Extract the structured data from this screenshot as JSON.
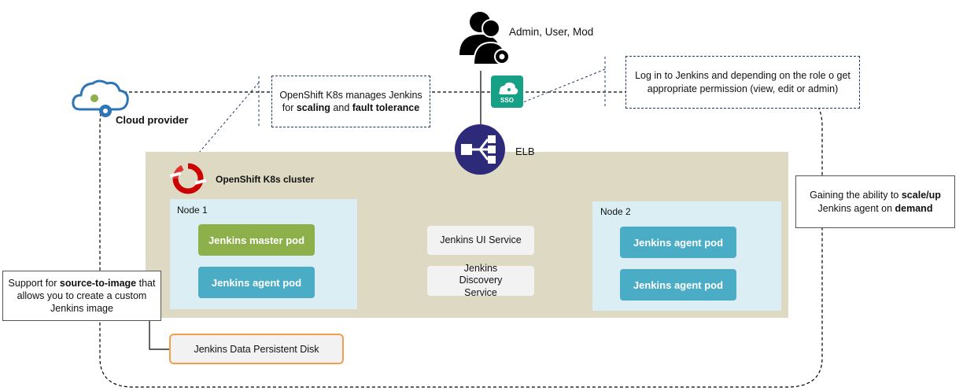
{
  "users": {
    "label": "Admin, User, Mod",
    "icon": "users-gear-icon"
  },
  "sso": {
    "label": "SSO",
    "icon": "cloud-sso-icon",
    "color": "#16a085"
  },
  "elb": {
    "label": "ELB",
    "icon": "load-balancer-icon",
    "color": "#2e2a7a"
  },
  "cloud": {
    "label": "Cloud provider",
    "icon": "cloud-gear-icon"
  },
  "cluster": {
    "label": "OpenShift K8s cluster",
    "icon": "openshift-icon",
    "color": "#ddd9c3"
  },
  "notes": {
    "openshift": {
      "pre": "OpenShift K8s manages Jenkins for ",
      "b1": "scaling",
      "mid": " and ",
      "b2": "fault tolerance"
    },
    "login": {
      "text": "Log in to Jenkins and depending on the role o get appropriate permission (view, edit or admin)"
    },
    "scale": {
      "pre": "Gaining the ability to ",
      "b1": "scale/up",
      "mid": " Jenkins agent on ",
      "b2": "demand"
    },
    "s2i": {
      "pre": "Support for ",
      "b1": "source-to-image",
      "post": " that allows you to create a custom Jenkins image"
    }
  },
  "node1": {
    "label": "Node 1",
    "pods": [
      "Jenkins master pod",
      "Jenkins agent pod"
    ]
  },
  "node2": {
    "label": "Node 2",
    "pods": [
      "Jenkins agent pod",
      "Jenkins agent pod"
    ]
  },
  "services": {
    "ui": "Jenkins UI Service",
    "discovery": "Jenkins Discovery Service"
  },
  "disk": {
    "label": "Jenkins Data Persistent Disk",
    "border_color": "#f0a04b"
  },
  "colors": {
    "master_pod": "#8db04a",
    "agent_pod": "#4bacc6",
    "node_bg": "#daeef3"
  }
}
